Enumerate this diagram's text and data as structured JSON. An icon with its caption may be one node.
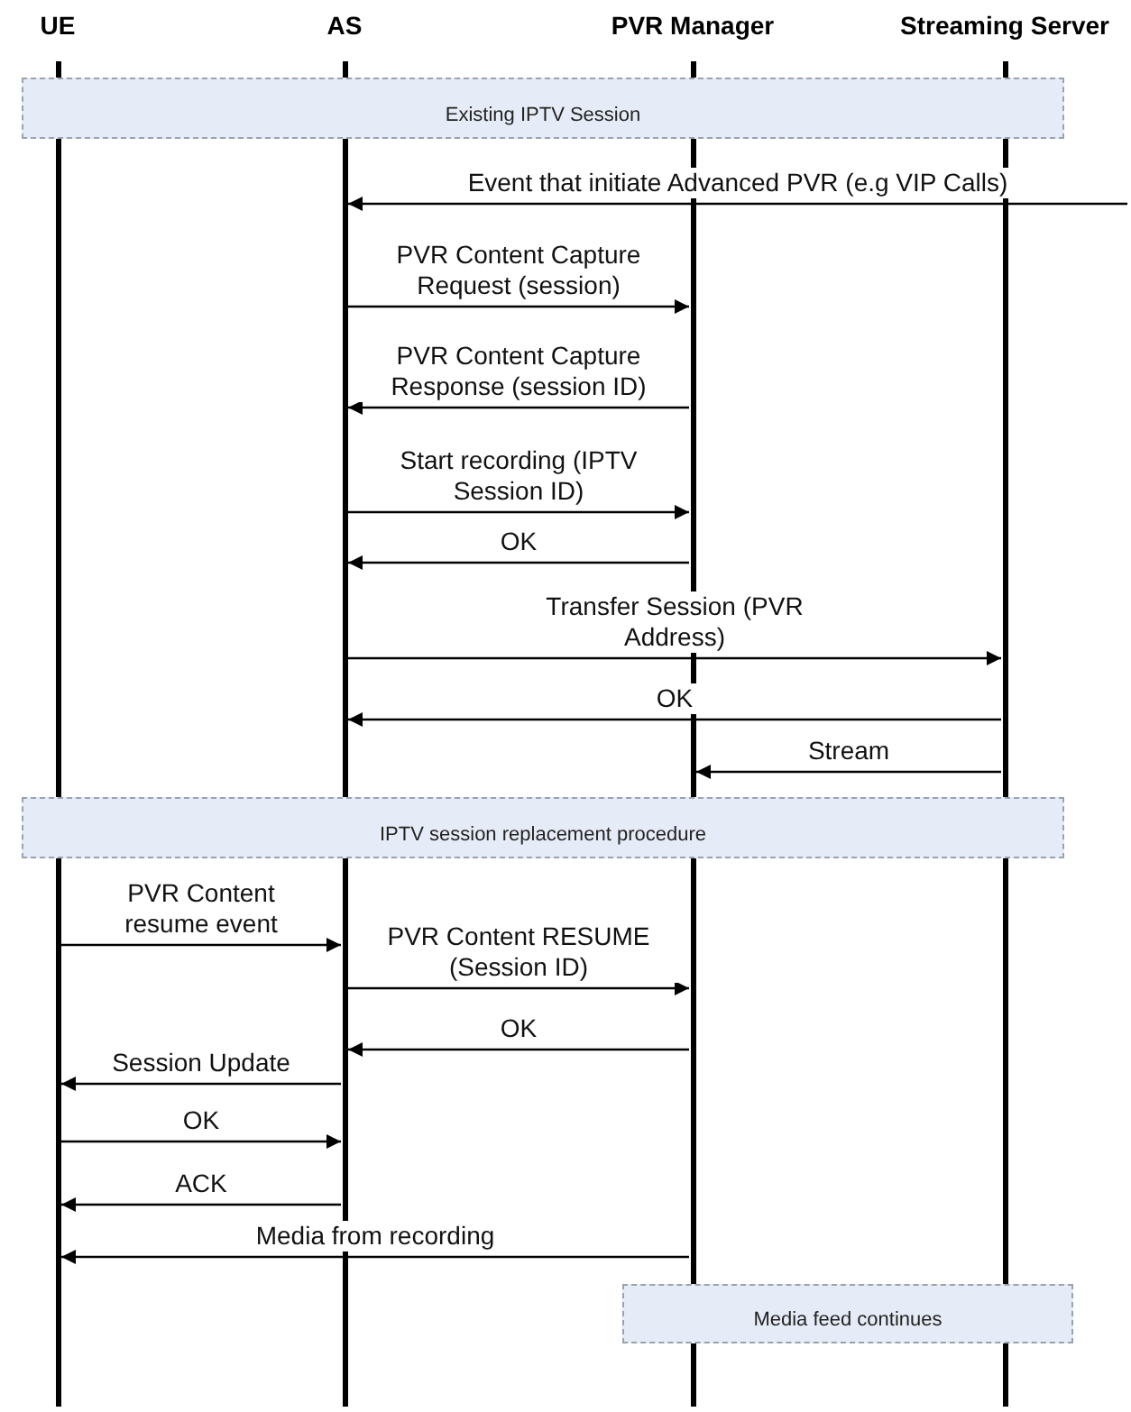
{
  "diagram": {
    "nodes": [
      {
        "text": [
          "UE"
        ]
      },
      {
        "text": [
          "AS"
        ]
      },
      {
        "text": [
          "PVR Manager"
        ]
      },
      {
        "text": [
          "Streaming Server"
        ]
      },
      {
        "text": [
          "Existing IPTV Session"
        ]
      },
      {
        "text": [
          "IPTV session replacement procedure"
        ]
      },
      {
        "text": [
          "Media feed continues"
        ]
      }
    ],
    "edges": [
      {
        "from": null,
        "to": 1,
        "arrow": "to",
        "label": "Event that initiate Advanced PVR (e.g VIP Calls)"
      },
      {
        "from": 1,
        "to": 2,
        "arrow": "to",
        "label": "PVR Content Capture Request (session)"
      },
      {
        "from": 2,
        "to": 1,
        "arrow": "to",
        "label": "PVR Content Capture Response (session ID)"
      },
      {
        "from": 1,
        "to": 2,
        "arrow": "to",
        "label": "Start recording (IPTV Session ID)"
      },
      {
        "from": 2,
        "to": 1,
        "arrow": "to",
        "label": "OK"
      },
      {
        "from": 1,
        "to": 3,
        "arrow": "to",
        "label": "Transfer Session (PVR Address)"
      },
      {
        "from": 3,
        "to": 1,
        "arrow": "to",
        "label": "OK"
      },
      {
        "from": 3,
        "to": 2,
        "arrow": "to",
        "label": "Stream"
      },
      {
        "from": 0,
        "to": 1,
        "arrow": "to",
        "label": "PVR Content resume event"
      },
      {
        "from": 1,
        "to": 2,
        "arrow": "to",
        "label": "PVR Content RESUME (Session ID)"
      },
      {
        "from": 2,
        "to": 1,
        "arrow": "to",
        "label": "OK"
      },
      {
        "from": 1,
        "to": 0,
        "arrow": "to",
        "label": "Session Update"
      },
      {
        "from": 0,
        "to": 1,
        "arrow": "to",
        "label": "OK"
      },
      {
        "from": 1,
        "to": 0,
        "arrow": "to",
        "label": "ACK"
      },
      {
        "from": 2,
        "to": 0,
        "arrow": "to",
        "label": "Media from recording"
      }
    ]
  }
}
